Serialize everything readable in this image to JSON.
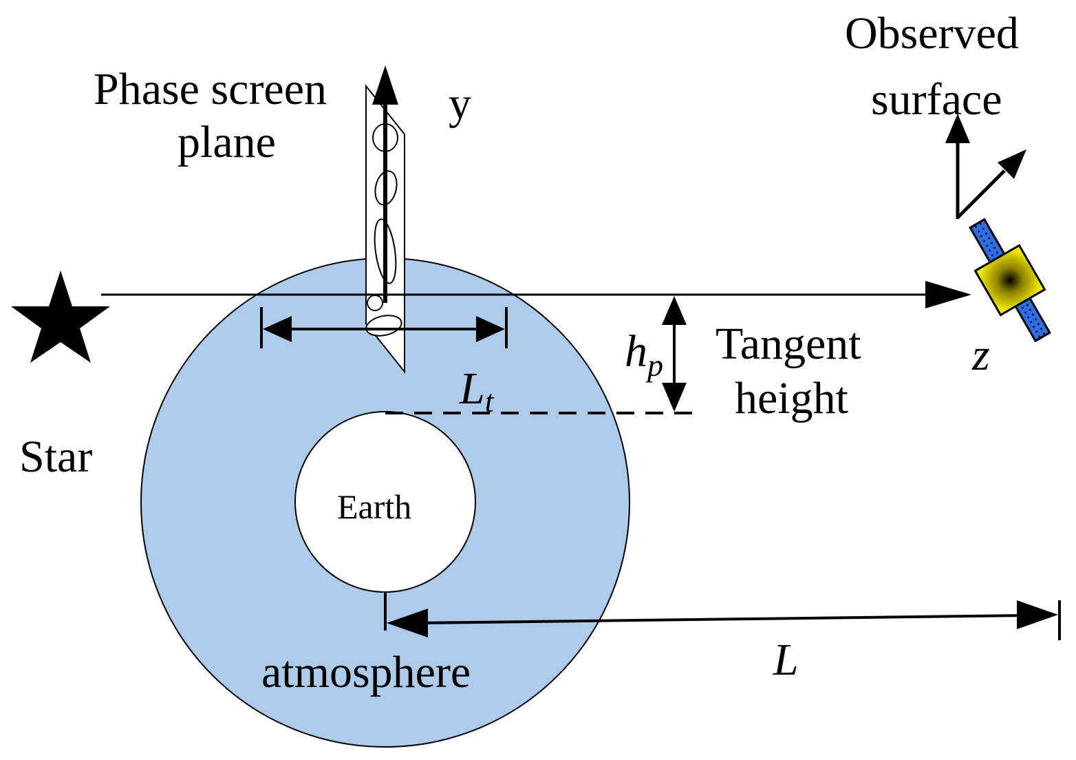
{
  "labels": {
    "phase_screen_line1": "Phase screen",
    "phase_screen_line2": "plane",
    "y_axis": "y",
    "observed_line1": "Observed",
    "observed_line2": "surface",
    "star": "Star",
    "earth": "Earth",
    "atmosphere": "atmosphere",
    "tangent_line1": "Tangent",
    "tangent_line2": "height",
    "z_axis": "z",
    "hp_main": "h",
    "hp_sub": "p",
    "lt_main": "L",
    "lt_sub": "t",
    "distance": "L"
  },
  "colors": {
    "atmosphere_fill": "#afcbeb",
    "earth_fill": "#ffffff",
    "satellite_panel": "#2f6fe0",
    "satellite_body": "#f0e000",
    "ink": "#000000"
  },
  "icons": [
    "star-icon",
    "satellite-icon",
    "axis-arrows-icon"
  ]
}
